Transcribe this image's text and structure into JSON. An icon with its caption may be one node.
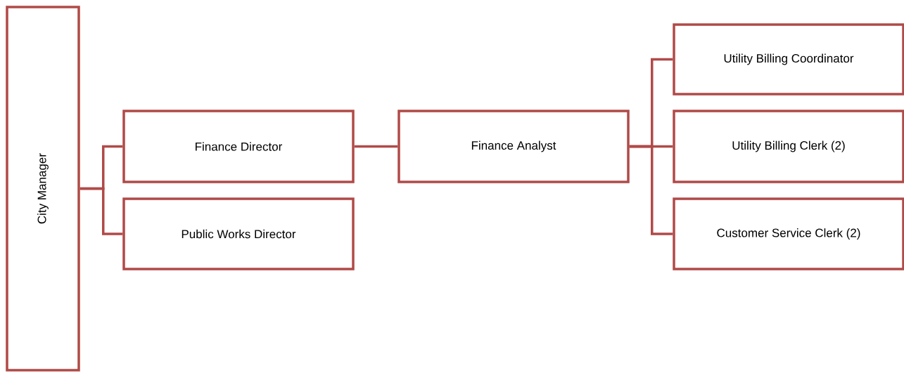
{
  "diagram": {
    "nodes": [
      {
        "text": [
          "City Manager"
        ]
      },
      {
        "text": [
          "Finance Director"
        ]
      },
      {
        "text": [
          "Public Works Director"
        ]
      },
      {
        "text": [
          "Finance Analyst"
        ]
      },
      {
        "text": [
          "Utility Billing Coordinator"
        ]
      },
      {
        "text": [
          "Utility Billing Clerk (2)"
        ]
      },
      {
        "text": [
          "Customer Service Clerk (2)"
        ]
      }
    ],
    "edges": [
      {
        "from": 0,
        "to": 1,
        "arrow": "none"
      },
      {
        "from": 0,
        "to": 2,
        "arrow": "none"
      },
      {
        "from": 1,
        "to": 3,
        "arrow": "none"
      },
      {
        "from": 3,
        "to": 4,
        "arrow": "none"
      },
      {
        "from": 3,
        "to": 5,
        "arrow": "none"
      },
      {
        "from": 3,
        "to": 6,
        "arrow": "none"
      }
    ]
  }
}
